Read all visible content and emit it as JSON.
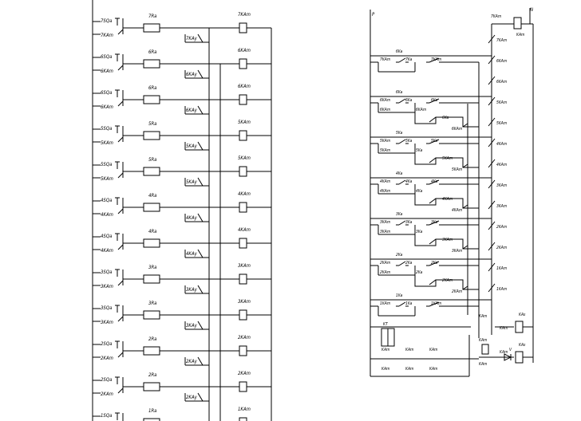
{
  "left_panel": {
    "rows": [
      {
        "button": "7SQa",
        "lamp_contact": "7KAm",
        "resistor": "7Ra",
        "relay_contact": "7KAy",
        "coil": "7KAm"
      },
      {
        "button": "6SQa",
        "lamp_contact": "6KAm",
        "resistor": "6Ra",
        "relay_contact": "6KAy",
        "coil": "6KAm"
      },
      {
        "button": "6SQa",
        "lamp_contact": "6KAm",
        "resistor": "6Ra",
        "relay_contact": "6KAy",
        "coil": "6KAm"
      },
      {
        "button": "5SQa",
        "lamp_contact": "5KAm",
        "resistor": "5Ra",
        "relay_contact": "5KAy",
        "coil": "5KAm"
      },
      {
        "button": "5SQa",
        "lamp_contact": "5KAm",
        "resistor": "5Ra",
        "relay_contact": "5KAy",
        "coil": "5KAm"
      },
      {
        "button": "4SQa",
        "lamp_contact": "4KAm",
        "resistor": "4Ra",
        "relay_contact": "4KAy",
        "coil": "4KAm"
      },
      {
        "button": "4SQa",
        "lamp_contact": "4KAm",
        "resistor": "4Ra",
        "relay_contact": "4KAy",
        "coil": "4KAm"
      },
      {
        "button": "3SQa",
        "lamp_contact": "3KAm",
        "resistor": "3Ra",
        "relay_contact": "3KAy",
        "coil": "3KAm"
      },
      {
        "button": "3SQa",
        "lamp_contact": "3KAm",
        "resistor": "3Ra",
        "relay_contact": "3KAy",
        "coil": "3KAm"
      },
      {
        "button": "2SQa",
        "lamp_contact": "2KAm",
        "resistor": "2Ra",
        "relay_contact": "2KAy",
        "coil": "2KAm"
      },
      {
        "button": "2SQa",
        "lamp_contact": "2KAm",
        "resistor": "2Ra",
        "relay_contact": "2KAy",
        "coil": "2KAm"
      },
      {
        "button": "1SQa",
        "lamp_contact": "",
        "resistor": "1Ra",
        "relay_contact": "",
        "coil": "1KAm"
      }
    ]
  },
  "right_panel": {
    "terminal_p": "P",
    "terminal_n": "N",
    "top_relay": {
      "contact": "7KAm",
      "coil": "KAm",
      "sub": "6KAm"
    },
    "floors": [
      {
        "pair": [
          "7KAm",
          "7Ka",
          "7KAm"
        ],
        "above": "6Ka"
      },
      {
        "pair": [
          "6KAm",
          "6Ka",
          "6Ka"
        ],
        "above": "6Ka",
        "extra": [
          "6KAm",
          "6KAm",
          "6Ka",
          "6KAm"
        ]
      },
      {
        "pair": [
          "5KAm",
          "5Ka",
          "5Ka"
        ],
        "above": "5Ka",
        "extra": [
          "5KAm",
          "5Ka",
          "5KAm",
          "5KAm"
        ]
      },
      {
        "pair": [
          "4KAm",
          "4Ka",
          "4Ka"
        ],
        "above": "4Ka",
        "extra": [
          "4KAm",
          "4Ka",
          "4KAm",
          "4KAm"
        ]
      },
      {
        "pair": [
          "3KAm",
          "3Ka",
          "3Ka"
        ],
        "above": "3Ka",
        "extra": [
          "3KAm",
          "3Ka",
          "3KAm",
          "3KAm"
        ]
      },
      {
        "pair": [
          "2KAm",
          "2Ka",
          "2Ka"
        ],
        "above": "2Ka",
        "extra": [
          "2KAm",
          "2Ka",
          "2KAm",
          "2KAm"
        ]
      },
      {
        "pair": [
          "1KAm",
          "1Ka",
          "1KAm"
        ],
        "above": "1Ka"
      }
    ],
    "rail_labels": [
      "7KAm",
      "6KAm",
      "6KAm",
      "5KAm",
      "5KAm",
      "4KAm",
      "4KAm",
      "3KAm",
      "3KAm",
      "2KAm",
      "2KAm",
      "1KAm",
      "1KAm"
    ],
    "bottom": {
      "coil_a": "KAs",
      "coil_b": "KAs",
      "diode": "V",
      "labels": [
        "KT",
        "KAm",
        "KAm",
        "KAm",
        "KAm",
        "KAm",
        "KAm",
        "KAm",
        "KAm",
        "KAm",
        "KAm",
        "KAm"
      ]
    }
  }
}
